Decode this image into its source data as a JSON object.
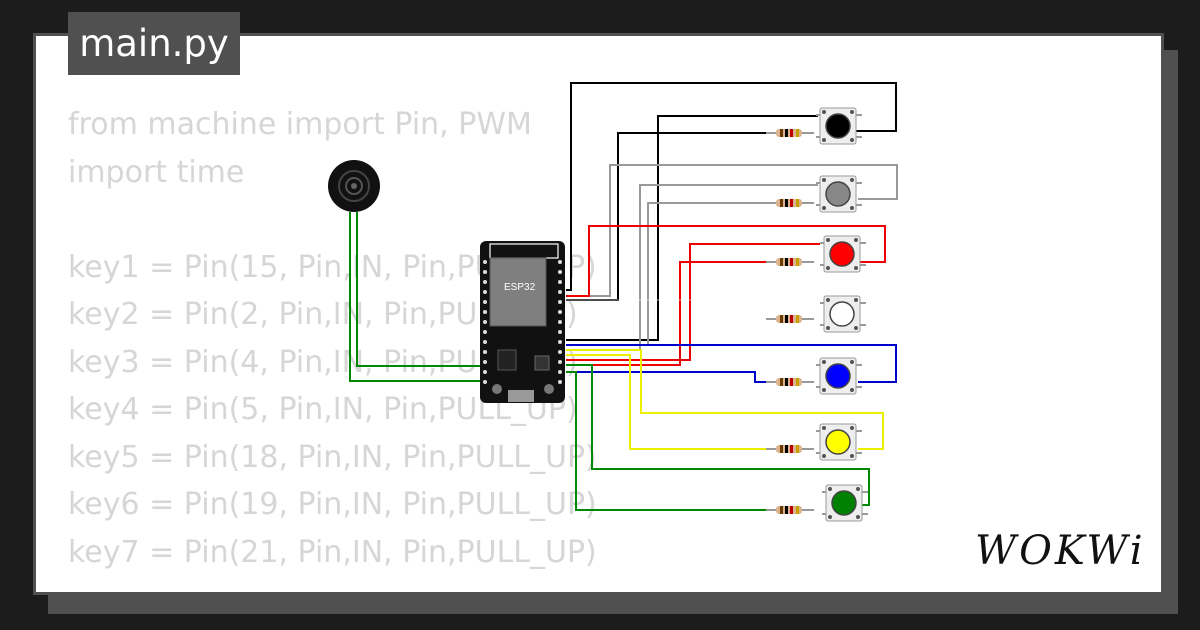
{
  "file_tab": {
    "label": "main.py"
  },
  "code_lines": [
    "from machine import Pin, PWM",
    "import time",
    "",
    "key1 = Pin(15, Pin,IN, Pin,PULL_UP)",
    "key2 = Pin(2, Pin,IN, Pin,PULL_UP)",
    "key3 = Pin(4, Pin,IN, Pin,PULL_UP)",
    "key4 = Pin(5, Pin,IN, Pin,PULL_UP)",
    "key5 = Pin(18, Pin,IN, Pin,PULL_UP)",
    "key6 = Pin(19, Pin,IN, Pin,PULL_UP)",
    "key7 = Pin(21, Pin,IN, Pin,PULL_UP)"
  ],
  "board": {
    "label": "ESP32"
  },
  "buttons": [
    {
      "name": "black",
      "cap": "#000000"
    },
    {
      "name": "gray",
      "cap": "#888888"
    },
    {
      "name": "red",
      "cap": "#ff0000"
    },
    {
      "name": "white",
      "cap": "#ffffff"
    },
    {
      "name": "blue",
      "cap": "#0000ff"
    },
    {
      "name": "yellow",
      "cap": "#ffff00"
    },
    {
      "name": "green",
      "cap": "#008000"
    }
  ],
  "brand": {
    "logo": "WOKWi"
  }
}
